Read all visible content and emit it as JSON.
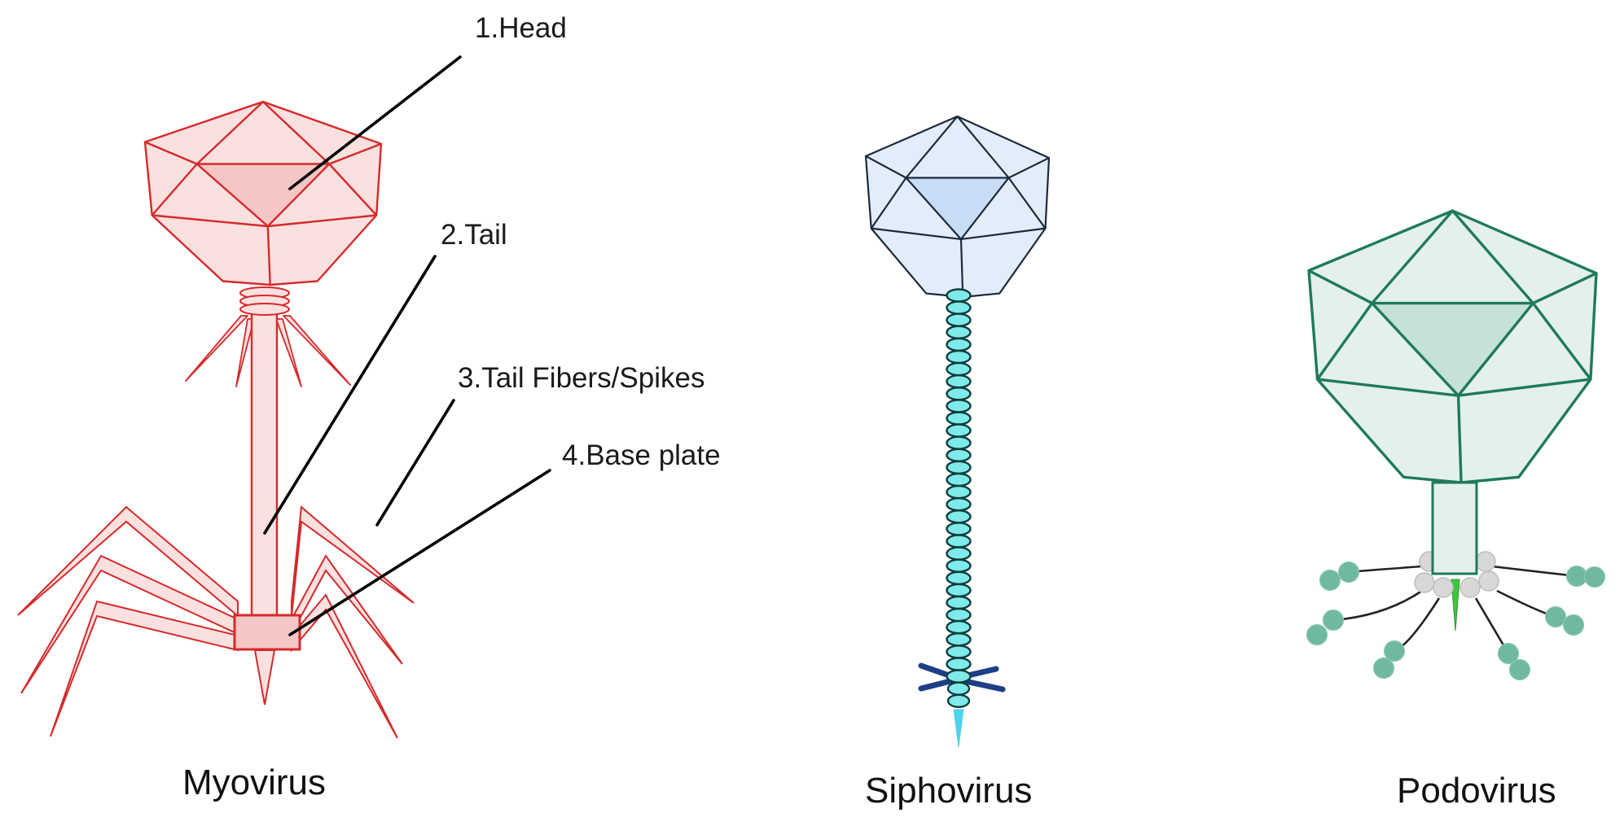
{
  "figure": {
    "parts": [
      {
        "number": "1",
        "label": "1.Head"
      },
      {
        "number": "2",
        "label": "2.Tail"
      },
      {
        "number": "3",
        "label": "3.Tail Fibers/Spikes"
      },
      {
        "number": "4",
        "label": "4.Base plate"
      }
    ],
    "viruses": [
      {
        "name": "Myovirus",
        "stroke": "#d42a2a",
        "fill": "#fbe0e0",
        "face_fill": "#f5c6c6"
      },
      {
        "name": "Siphovirus",
        "stroke": "#1b2a3c",
        "fill": "#e2edf9",
        "face_fill": "#c8dcf5",
        "tail_fill": "#7feaea",
        "tail_stroke": "#0f3d3d",
        "fiber_color": "#1d3f86",
        "needle_color": "#4fd3ea"
      },
      {
        "name": "Podovirus",
        "stroke": "#1f7a5c",
        "fill": "#e4f0ec",
        "face_fill": "#c6e1d8",
        "bead_fill": "#6fb9a0",
        "collar_fill": "#d8d8d8",
        "needle_color": "#3ec63e"
      }
    ],
    "leader_color": "#000000"
  }
}
